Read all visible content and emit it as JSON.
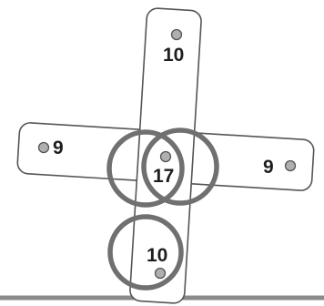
{
  "colors": {
    "strip_fill": "#ffffff",
    "strip_stroke": "#555555",
    "ring": "#707070",
    "dot_fill": "#b0b0b0",
    "ground_line": "#8a8a8a",
    "text": "#1e1e1e"
  },
  "numbers": {
    "top": "10",
    "left": "9",
    "center": "17",
    "right": "9",
    "bottom": "10"
  }
}
